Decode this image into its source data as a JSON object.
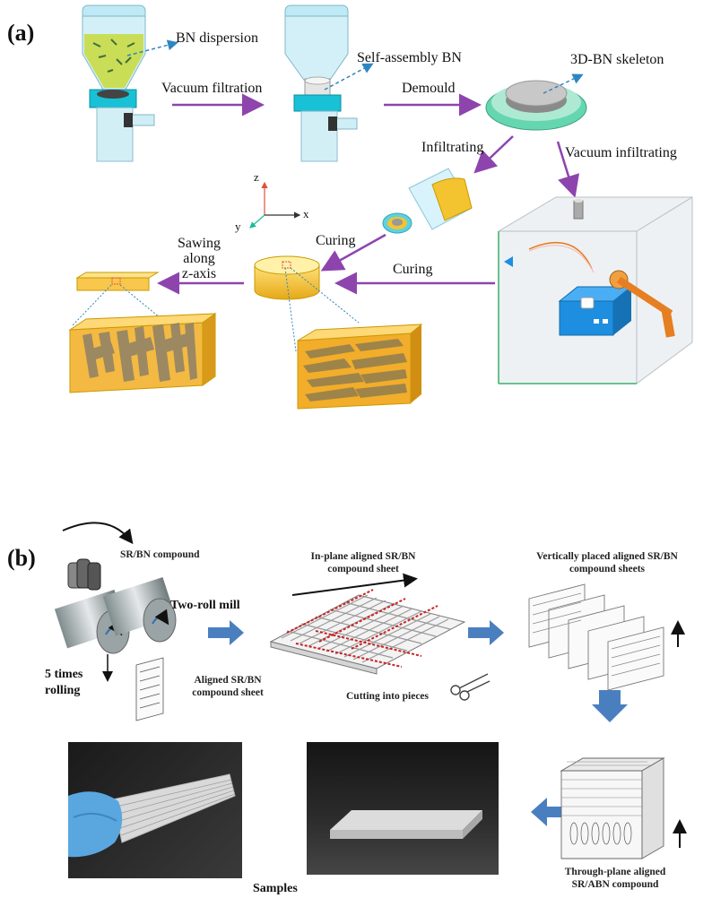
{
  "panel_a": {
    "label": "(a)",
    "bn_dispersion": "BN dispersion",
    "vacuum_filtration": "Vacuum filtration",
    "self_assembly": "Self-assembly BN",
    "demould": "Demould",
    "skeleton": "3D-BN skeleton",
    "infiltrating": "Infiltrating",
    "vacuum_infiltrating": "Vacuum infiltrating",
    "curing_left": "Curing",
    "curing_bottom": "Curing",
    "sawing": [
      "Sawing",
      "along",
      "z-axis"
    ],
    "axis_z": "z",
    "axis_x": "x",
    "axis_y": "y"
  },
  "panel_b": {
    "label": "(b)",
    "compound": "SR/BN compound",
    "two_roll": "Two-roll mill",
    "rolling": [
      "5 times",
      "rolling"
    ],
    "aligned_sheet": [
      "Aligned SR/BN",
      "compound sheet"
    ],
    "inplane": [
      "In-plane aligned SR/BN",
      "compound sheet"
    ],
    "cutting": "Cutting into pieces",
    "vertical": [
      "Vertically placed aligned SR/BN",
      "compound sheets"
    ],
    "through": [
      "Through-plane aligned",
      "SR/ABN compound"
    ],
    "samples": "Samples"
  },
  "colors": {
    "arrow_purple": "#8e44ad",
    "arrow_blue": "#4a7fbf",
    "resin_yellow": "#f5c542",
    "device_blue": "#1e8fe0",
    "pipe_orange": "#e67e22"
  }
}
